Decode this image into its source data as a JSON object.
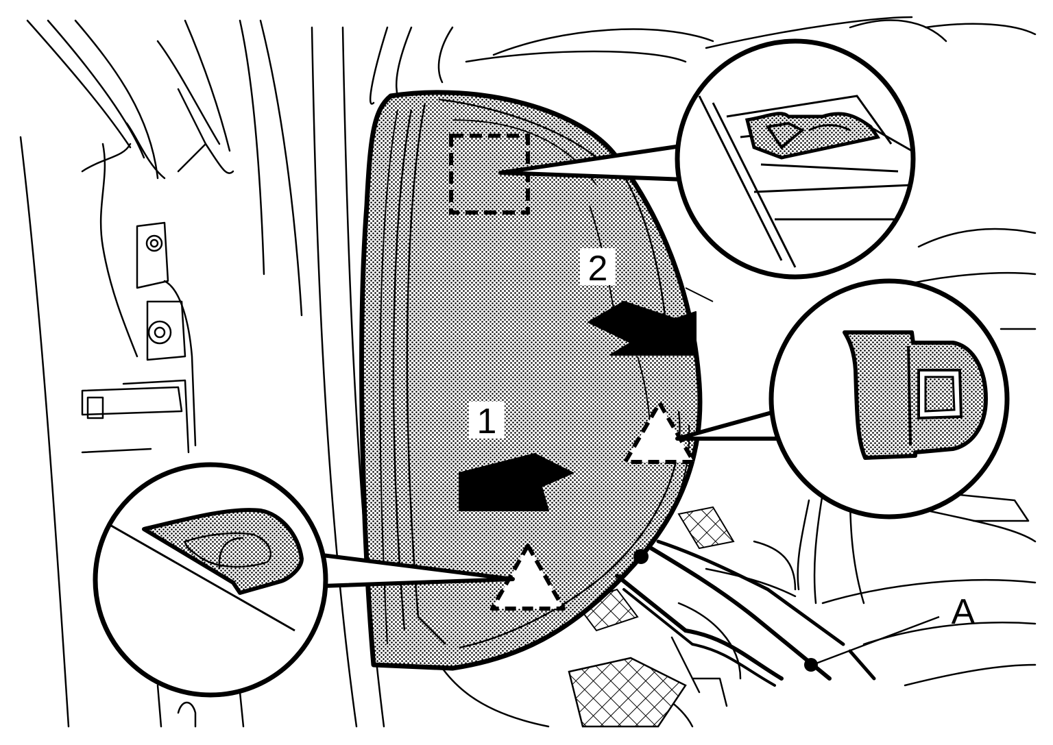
{
  "figure": {
    "step_labels": {
      "step1": "1",
      "step2": "2"
    },
    "part_label": "A"
  },
  "colors": {
    "line": "#000000",
    "background": "#ffffff",
    "shaded_panel": "#bfbfbf"
  }
}
